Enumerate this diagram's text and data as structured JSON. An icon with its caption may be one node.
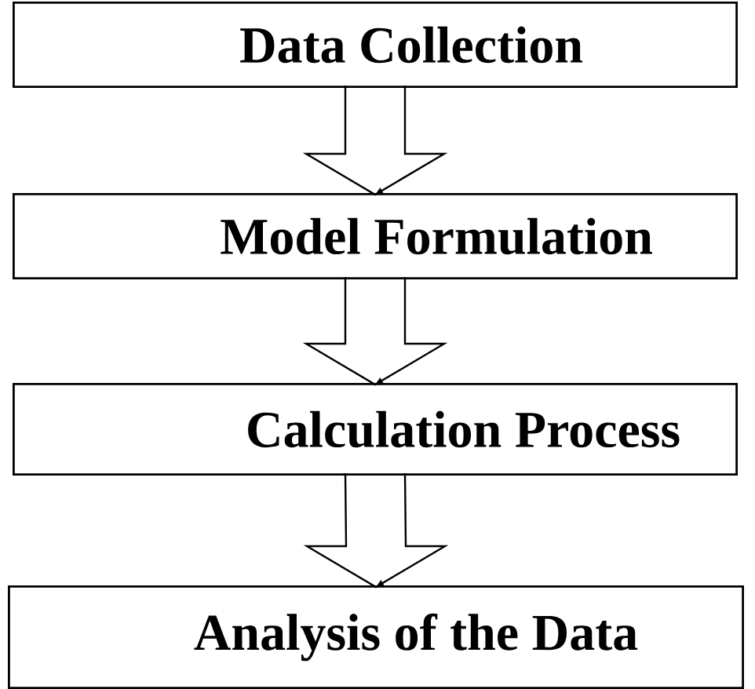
{
  "diagram": {
    "nodes": [
      {
        "text": [
          "Data Collection"
        ]
      },
      {
        "text": [
          "Model Formulation"
        ]
      },
      {
        "text": [
          "Calculation Process"
        ]
      },
      {
        "text": [
          "Analysis of the Data"
        ]
      }
    ],
    "edges": [
      {
        "from": 0,
        "to": 1,
        "arrow": "to"
      },
      {
        "from": 1,
        "to": 2,
        "arrow": "to"
      },
      {
        "from": 2,
        "to": 3,
        "arrow": "to"
      }
    ]
  }
}
